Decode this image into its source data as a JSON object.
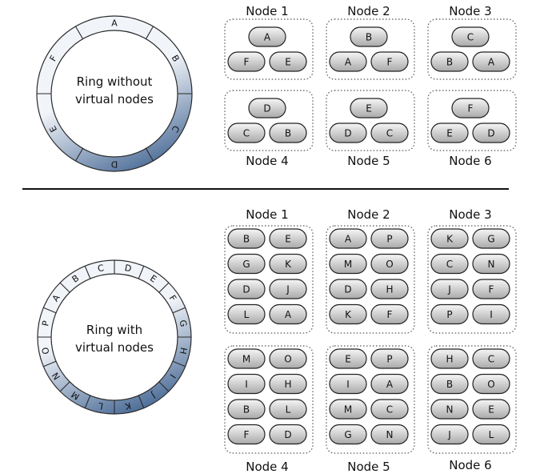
{
  "top_section": {
    "ring_label_lines": [
      "Ring without",
      "virtual nodes"
    ],
    "ring_segments": [
      "A",
      "B",
      "C",
      "D",
      "E",
      "F"
    ],
    "nodes": [
      {
        "name": "Node 1",
        "rows": [
          [
            "A"
          ],
          [
            "F",
            "E"
          ]
        ]
      },
      {
        "name": "Node 2",
        "rows": [
          [
            "B"
          ],
          [
            "A",
            "F"
          ]
        ]
      },
      {
        "name": "Node 3",
        "rows": [
          [
            "C"
          ],
          [
            "B",
            "A"
          ]
        ]
      },
      {
        "name": "Node 4",
        "rows": [
          [
            "D"
          ],
          [
            "C",
            "B"
          ]
        ]
      },
      {
        "name": "Node 5",
        "rows": [
          [
            "E"
          ],
          [
            "D",
            "C"
          ]
        ]
      },
      {
        "name": "Node 6",
        "rows": [
          [
            "F"
          ],
          [
            "E",
            "D"
          ]
        ]
      }
    ]
  },
  "bottom_section": {
    "ring_label_lines": [
      "Ring with",
      "virtual nodes"
    ],
    "ring_segments": [
      "A",
      "B",
      "C",
      "D",
      "E",
      "F",
      "G",
      "H",
      "I",
      "J",
      "K",
      "L",
      "M",
      "N",
      "O",
      "P"
    ],
    "nodes": [
      {
        "name": "Node 1",
        "rows": [
          [
            "B",
            "E"
          ],
          [
            "G",
            "K"
          ],
          [
            "D",
            "J"
          ],
          [
            "L",
            "A"
          ]
        ]
      },
      {
        "name": "Node 2",
        "rows": [
          [
            "A",
            "P"
          ],
          [
            "M",
            "O"
          ],
          [
            "D",
            "H"
          ],
          [
            "K",
            "F"
          ]
        ]
      },
      {
        "name": "Node 3",
        "rows": [
          [
            "K",
            "G"
          ],
          [
            "C",
            "N"
          ],
          [
            "J",
            "F"
          ],
          [
            "P",
            "I"
          ]
        ]
      },
      {
        "name": "Node 4",
        "rows": [
          [
            "M",
            "O"
          ],
          [
            "I",
            "H"
          ],
          [
            "B",
            "L"
          ],
          [
            "F",
            "D"
          ]
        ]
      },
      {
        "name": "Node 5",
        "rows": [
          [
            "E",
            "P"
          ],
          [
            "I",
            "A"
          ],
          [
            "M",
            "C"
          ],
          [
            "G",
            "N"
          ]
        ]
      },
      {
        "name": "Node 6",
        "rows": [
          [
            "H",
            "C"
          ],
          [
            "B",
            "O"
          ],
          [
            "N",
            "E"
          ],
          [
            "J",
            "L"
          ]
        ]
      }
    ]
  },
  "colors": {
    "ring_light": "#f1f4f9",
    "ring_dark": "#4f6f99",
    "ring_stroke": "#2a2a2a",
    "pill_light": "#f6f6f6",
    "pill_dark": "#a9a9a9",
    "box_border": "#555555",
    "divider": "#111111"
  }
}
